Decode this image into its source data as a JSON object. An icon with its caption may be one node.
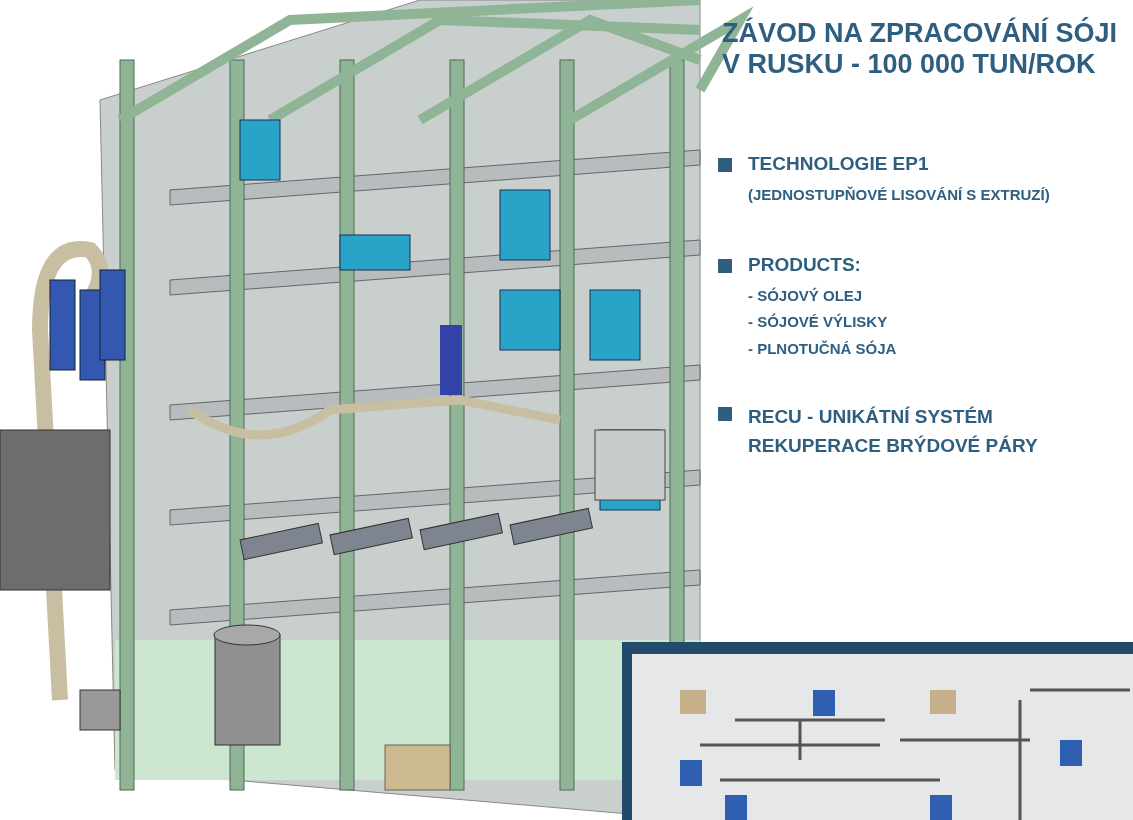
{
  "diagram": {
    "title": "ZÁVOD NA ZPRACOVÁNÍ SÓJI V RUSKU - 100 000 TUN/ROK",
    "labels": [
      "TECHNOLOGIE EP1",
      "(JEDNOSTUPŇOVÉ LISOVÁNÍ S EXTRUZÍ)",
      "PRODUCTS:",
      "- SÓJOVÝ OLEJ",
      "- SÓJOVÉ VÝLISKY",
      "- PLNOTUČNÁ SÓJA",
      "RECU - UNIKÁTNÍ SYSTÉM REKUPERACE BRÝDOVÉ PÁRY"
    ]
  }
}
